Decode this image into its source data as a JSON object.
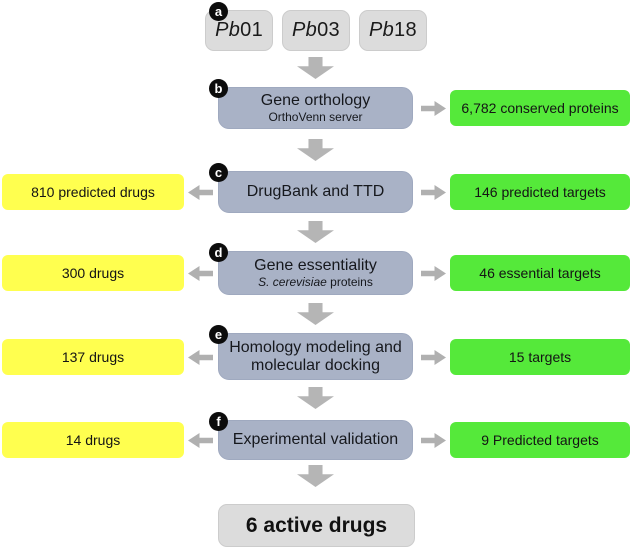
{
  "flow": {
    "inputs": {
      "badge": "a",
      "items": [
        {
          "prefix": "Pb",
          "number": "01"
        },
        {
          "prefix": "Pb",
          "number": "03"
        },
        {
          "prefix": "Pb",
          "number": "18"
        }
      ]
    },
    "steps": [
      {
        "badge": "b",
        "title": "Gene orthology",
        "subtitle": "OrthoVenn server",
        "output": "6,782 conserved proteins"
      },
      {
        "badge": "c",
        "title": "DrugBank and TTD",
        "drugs": "810 predicted drugs",
        "output": "146 predicted targets"
      },
      {
        "badge": "d",
        "title": "Gene essentiality",
        "subtitle_italic": "S. cerevisiae",
        "subtitle_rest": " proteins",
        "drugs": "300 drugs",
        "output": "46 essential targets"
      },
      {
        "badge": "e",
        "title": "Homology modeling and molecular docking",
        "drugs": "137 drugs",
        "output": "15 targets"
      },
      {
        "badge": "f",
        "title": "Experimental validation",
        "drugs": "14 drugs",
        "output": "9 Predicted targets"
      }
    ],
    "result": "6 active drugs",
    "colors": {
      "step_box": "#a9b2c6",
      "drugs_box": "#ffff4f",
      "targets_box": "#55e93a",
      "neutral_box": "#dcdcdc",
      "arrow": "#b5b5b5",
      "badge": "#0c0c0c"
    }
  }
}
